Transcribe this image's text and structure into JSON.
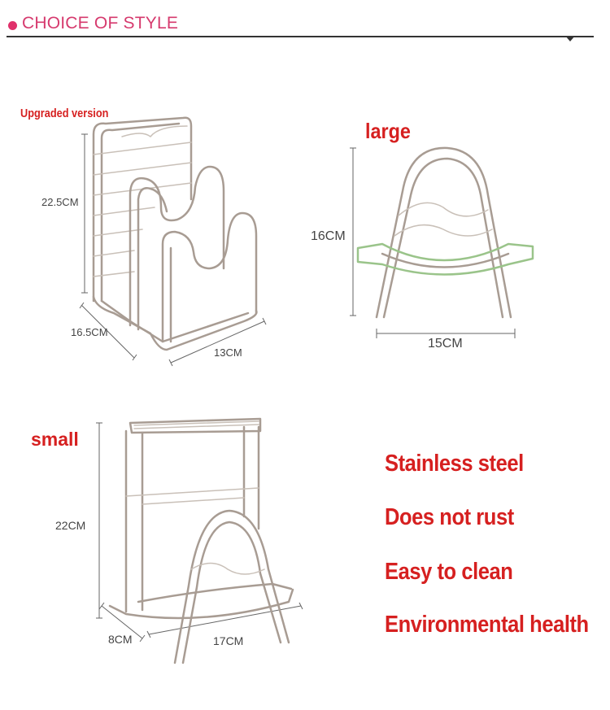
{
  "header": {
    "title": "CHOICE OF STYLE"
  },
  "upgraded": {
    "label": "Upgraded version",
    "height": "22.5CM",
    "depth": "16.5CM",
    "width": "13CM"
  },
  "large": {
    "label": "large",
    "height": "16CM",
    "width": "15CM"
  },
  "small": {
    "label": "small",
    "height": "22CM",
    "depth": "8CM",
    "width": "17CM"
  },
  "features": [
    "Stainless steel",
    "Does not rust",
    "Easy to clean",
    "Environmental health"
  ]
}
